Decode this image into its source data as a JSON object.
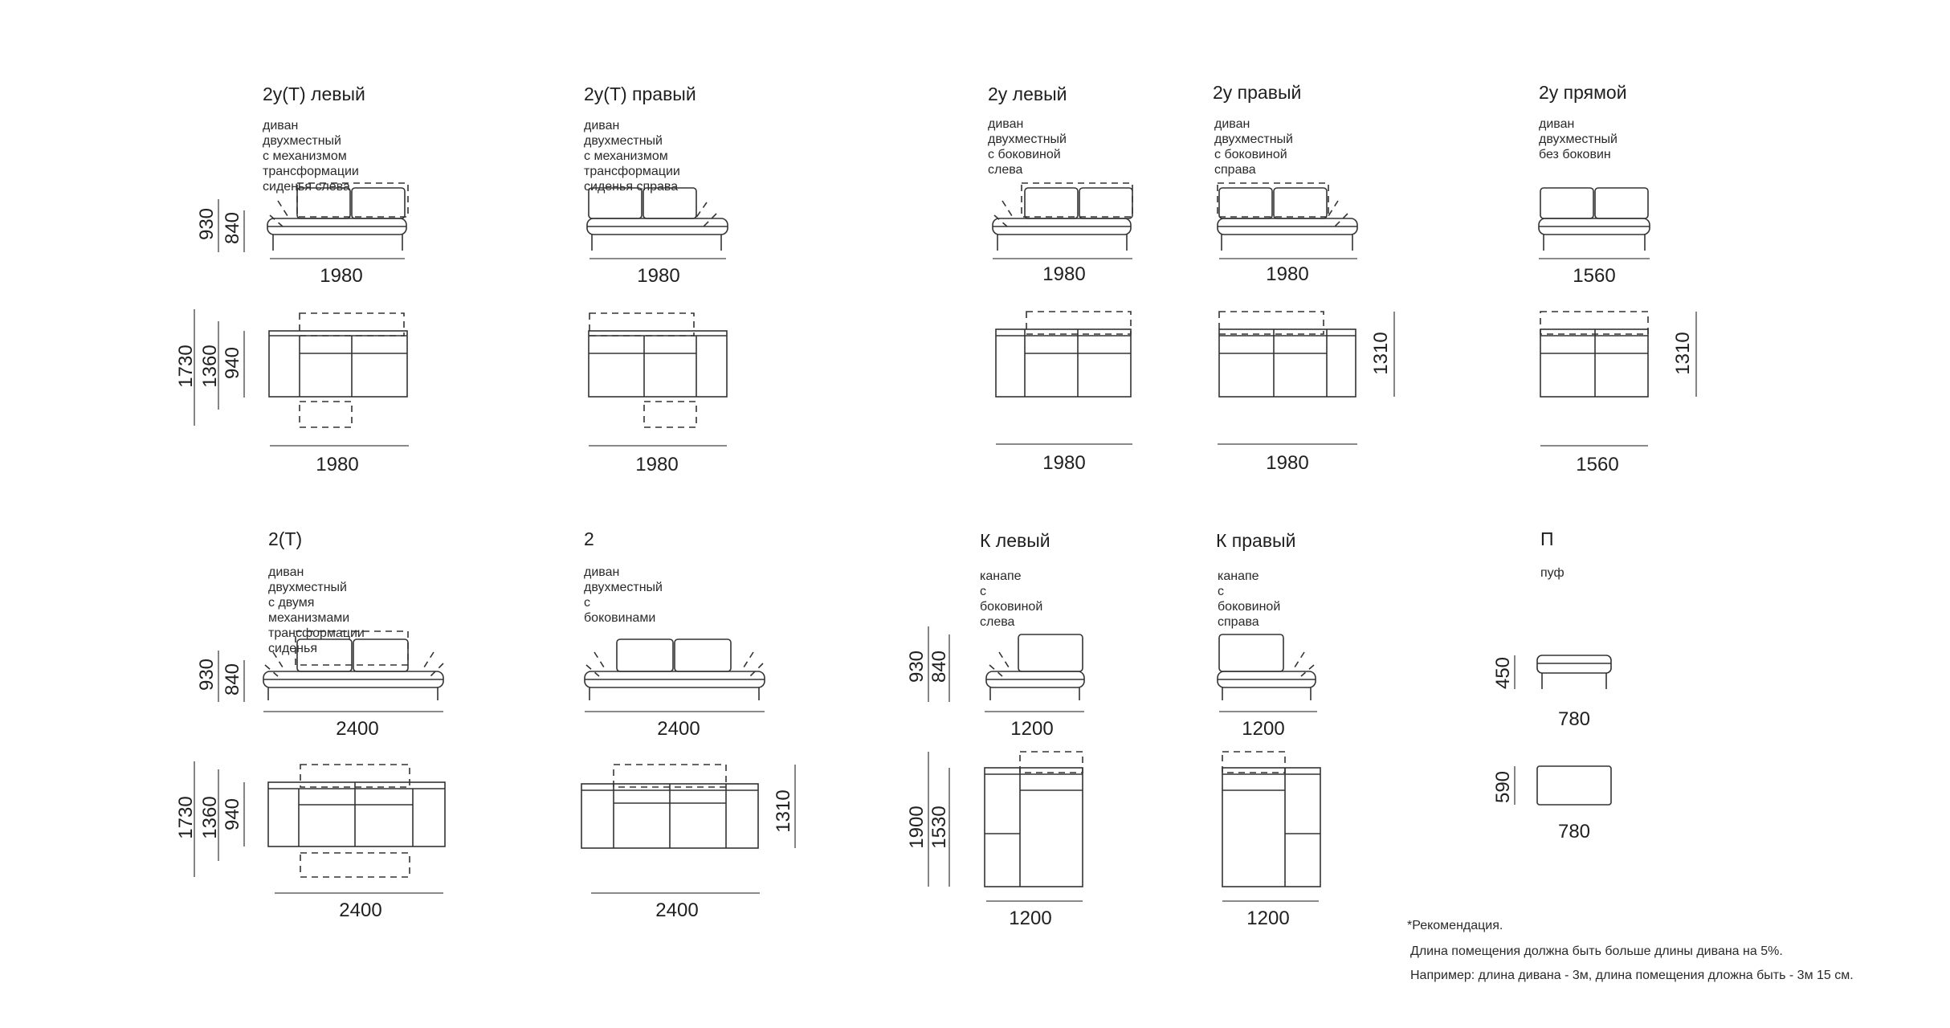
{
  "modules": [
    {
      "id": "2ut-left",
      "title": "2у(Т) левый",
      "desc": "диван двухместный\nс механизмом трансформации\nсиденья слева",
      "side_heights": [
        "930",
        "840"
      ],
      "side_width": "1980",
      "top_depths": [
        "1730",
        "1360",
        "940"
      ],
      "top_width": "1980"
    },
    {
      "id": "2ut-right",
      "title": "2у(Т) правый",
      "desc": "диван двухместный\nс механизмом трансформации\nсиденья справа",
      "side_width": "1980",
      "top_width": "1980"
    },
    {
      "id": "2u-left",
      "title": "2у левый",
      "desc": "диван двухместный\nс боковиной слева",
      "side_width": "1980",
      "top_width": "1980"
    },
    {
      "id": "2u-right",
      "title": "2у правый",
      "desc": "диван двухместный\nс боковиной справа",
      "side_width": "1980",
      "top_depth": "1310",
      "top_width": "1980"
    },
    {
      "id": "2u-straight",
      "title": "2у прямой",
      "desc": "диван двухместный\nбез боковин",
      "side_width": "1560",
      "top_depth": "1310",
      "top_width": "1560"
    },
    {
      "id": "2t",
      "title": "2(Т)",
      "desc": "диван двухместный\nс двумя механизмами\nтрансформации сиденья",
      "side_heights": [
        "930",
        "840"
      ],
      "side_width": "2400",
      "top_depths": [
        "1730",
        "1360",
        "940"
      ],
      "top_width": "2400"
    },
    {
      "id": "2",
      "title": "2",
      "desc": "диван двухместный\nс боковинами",
      "side_width": "2400",
      "top_depth": "1310",
      "top_width": "2400"
    },
    {
      "id": "k-left",
      "title": "К левый",
      "desc": "канапе\nс боковиной\nслева",
      "side_heights": [
        "930",
        "840"
      ],
      "side_width": "1200",
      "top_depths": [
        "1900",
        "1530"
      ],
      "top_width": "1200"
    },
    {
      "id": "k-right",
      "title": "К правый",
      "desc": "канапе\nс боковиной\nсправа",
      "side_width": "1200",
      "top_width": "1200"
    },
    {
      "id": "p",
      "title": "П",
      "desc": "пуф",
      "side_height": "450",
      "side_width": "780",
      "top_depth": "590",
      "top_width": "780"
    }
  ],
  "note": {
    "line1": "*Рекомендация.",
    "line2": "Длина помещения должна быть больше длины дивана на 5%.",
    "line3": "Например: длина дивана - 3м, длина помещения дложна быть - 3м 15 см."
  }
}
